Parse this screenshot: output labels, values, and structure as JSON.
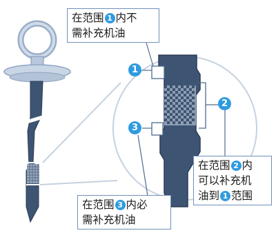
{
  "callout_top": {
    "line1_pre": "在范围",
    "badge": "1",
    "line1_post": "内不",
    "line2": "需补充机油"
  },
  "callout_right": {
    "line1_pre": "在范围",
    "badge1": "2",
    "line1_post": "内",
    "line2": "可以补充机",
    "line3_pre": "油到",
    "badge2": "1",
    "line3_post": "范围"
  },
  "callout_bottom": {
    "line1_pre": "在范围",
    "badge": "3",
    "line1_post": "内必",
    "line2": "需补充机油"
  },
  "markers": {
    "m1": "1",
    "m2": "2",
    "m3": "3"
  },
  "colors": {
    "stick": "#3d5472",
    "stick_light": "#c9d6e6",
    "marker": "#2f9be0",
    "border": "#6f8fb8"
  }
}
